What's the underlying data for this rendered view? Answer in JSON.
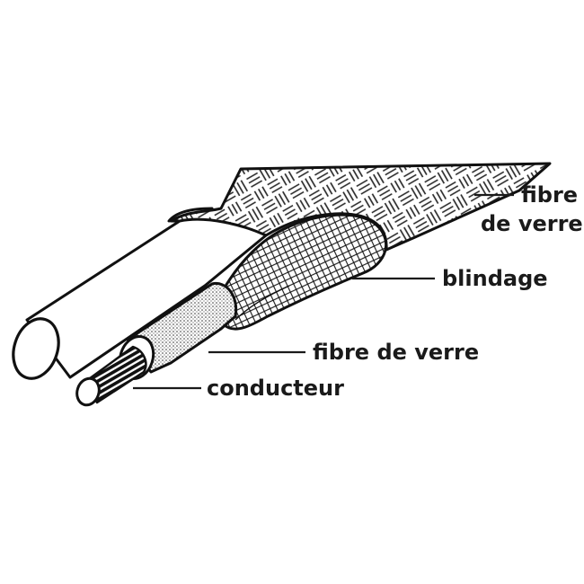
{
  "labels": {
    "outer_glass_line1": "fibre",
    "outer_glass_line2": "de verre",
    "shield": "blindage",
    "inner_glass": "fibre de verre",
    "conductor": "conducteur"
  },
  "colors": {
    "ink": "#111111",
    "paper": "#ffffff"
  }
}
